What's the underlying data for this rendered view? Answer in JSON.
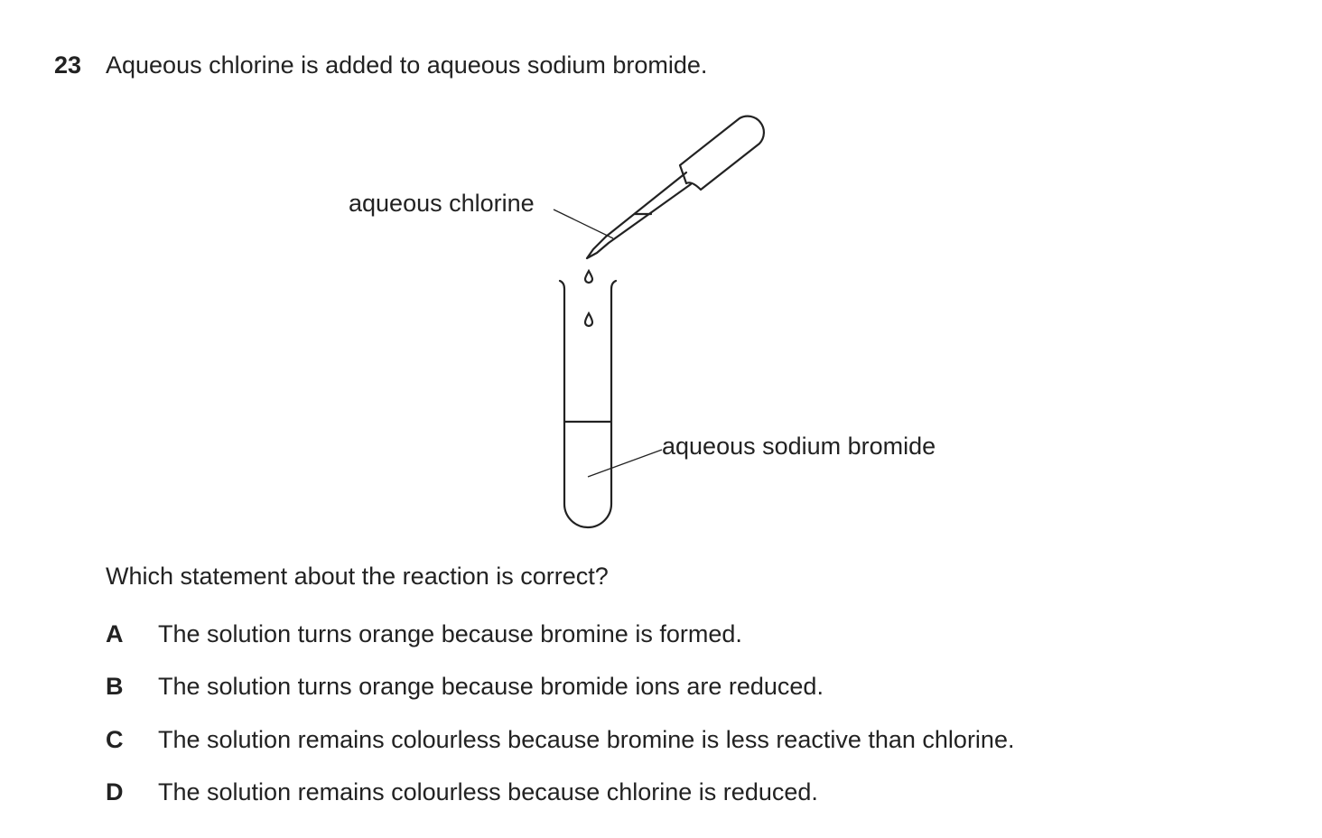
{
  "question": {
    "number": "23",
    "stem": "Aqueous chlorine is added to aqueous sodium bromide.",
    "prompt": "Which statement about the reaction is correct?"
  },
  "diagram": {
    "label_dropper": "aqueous chlorine",
    "label_tube": "aqueous sodium bromide"
  },
  "options": [
    {
      "letter": "A",
      "text": "The solution turns orange because bromine is formed."
    },
    {
      "letter": "B",
      "text": "The solution turns orange because bromide ions are reduced."
    },
    {
      "letter": "C",
      "text": "The solution remains colourless because bromine is less reactive than chlorine."
    },
    {
      "letter": "D",
      "text": "The solution remains colourless because chlorine is reduced."
    }
  ]
}
